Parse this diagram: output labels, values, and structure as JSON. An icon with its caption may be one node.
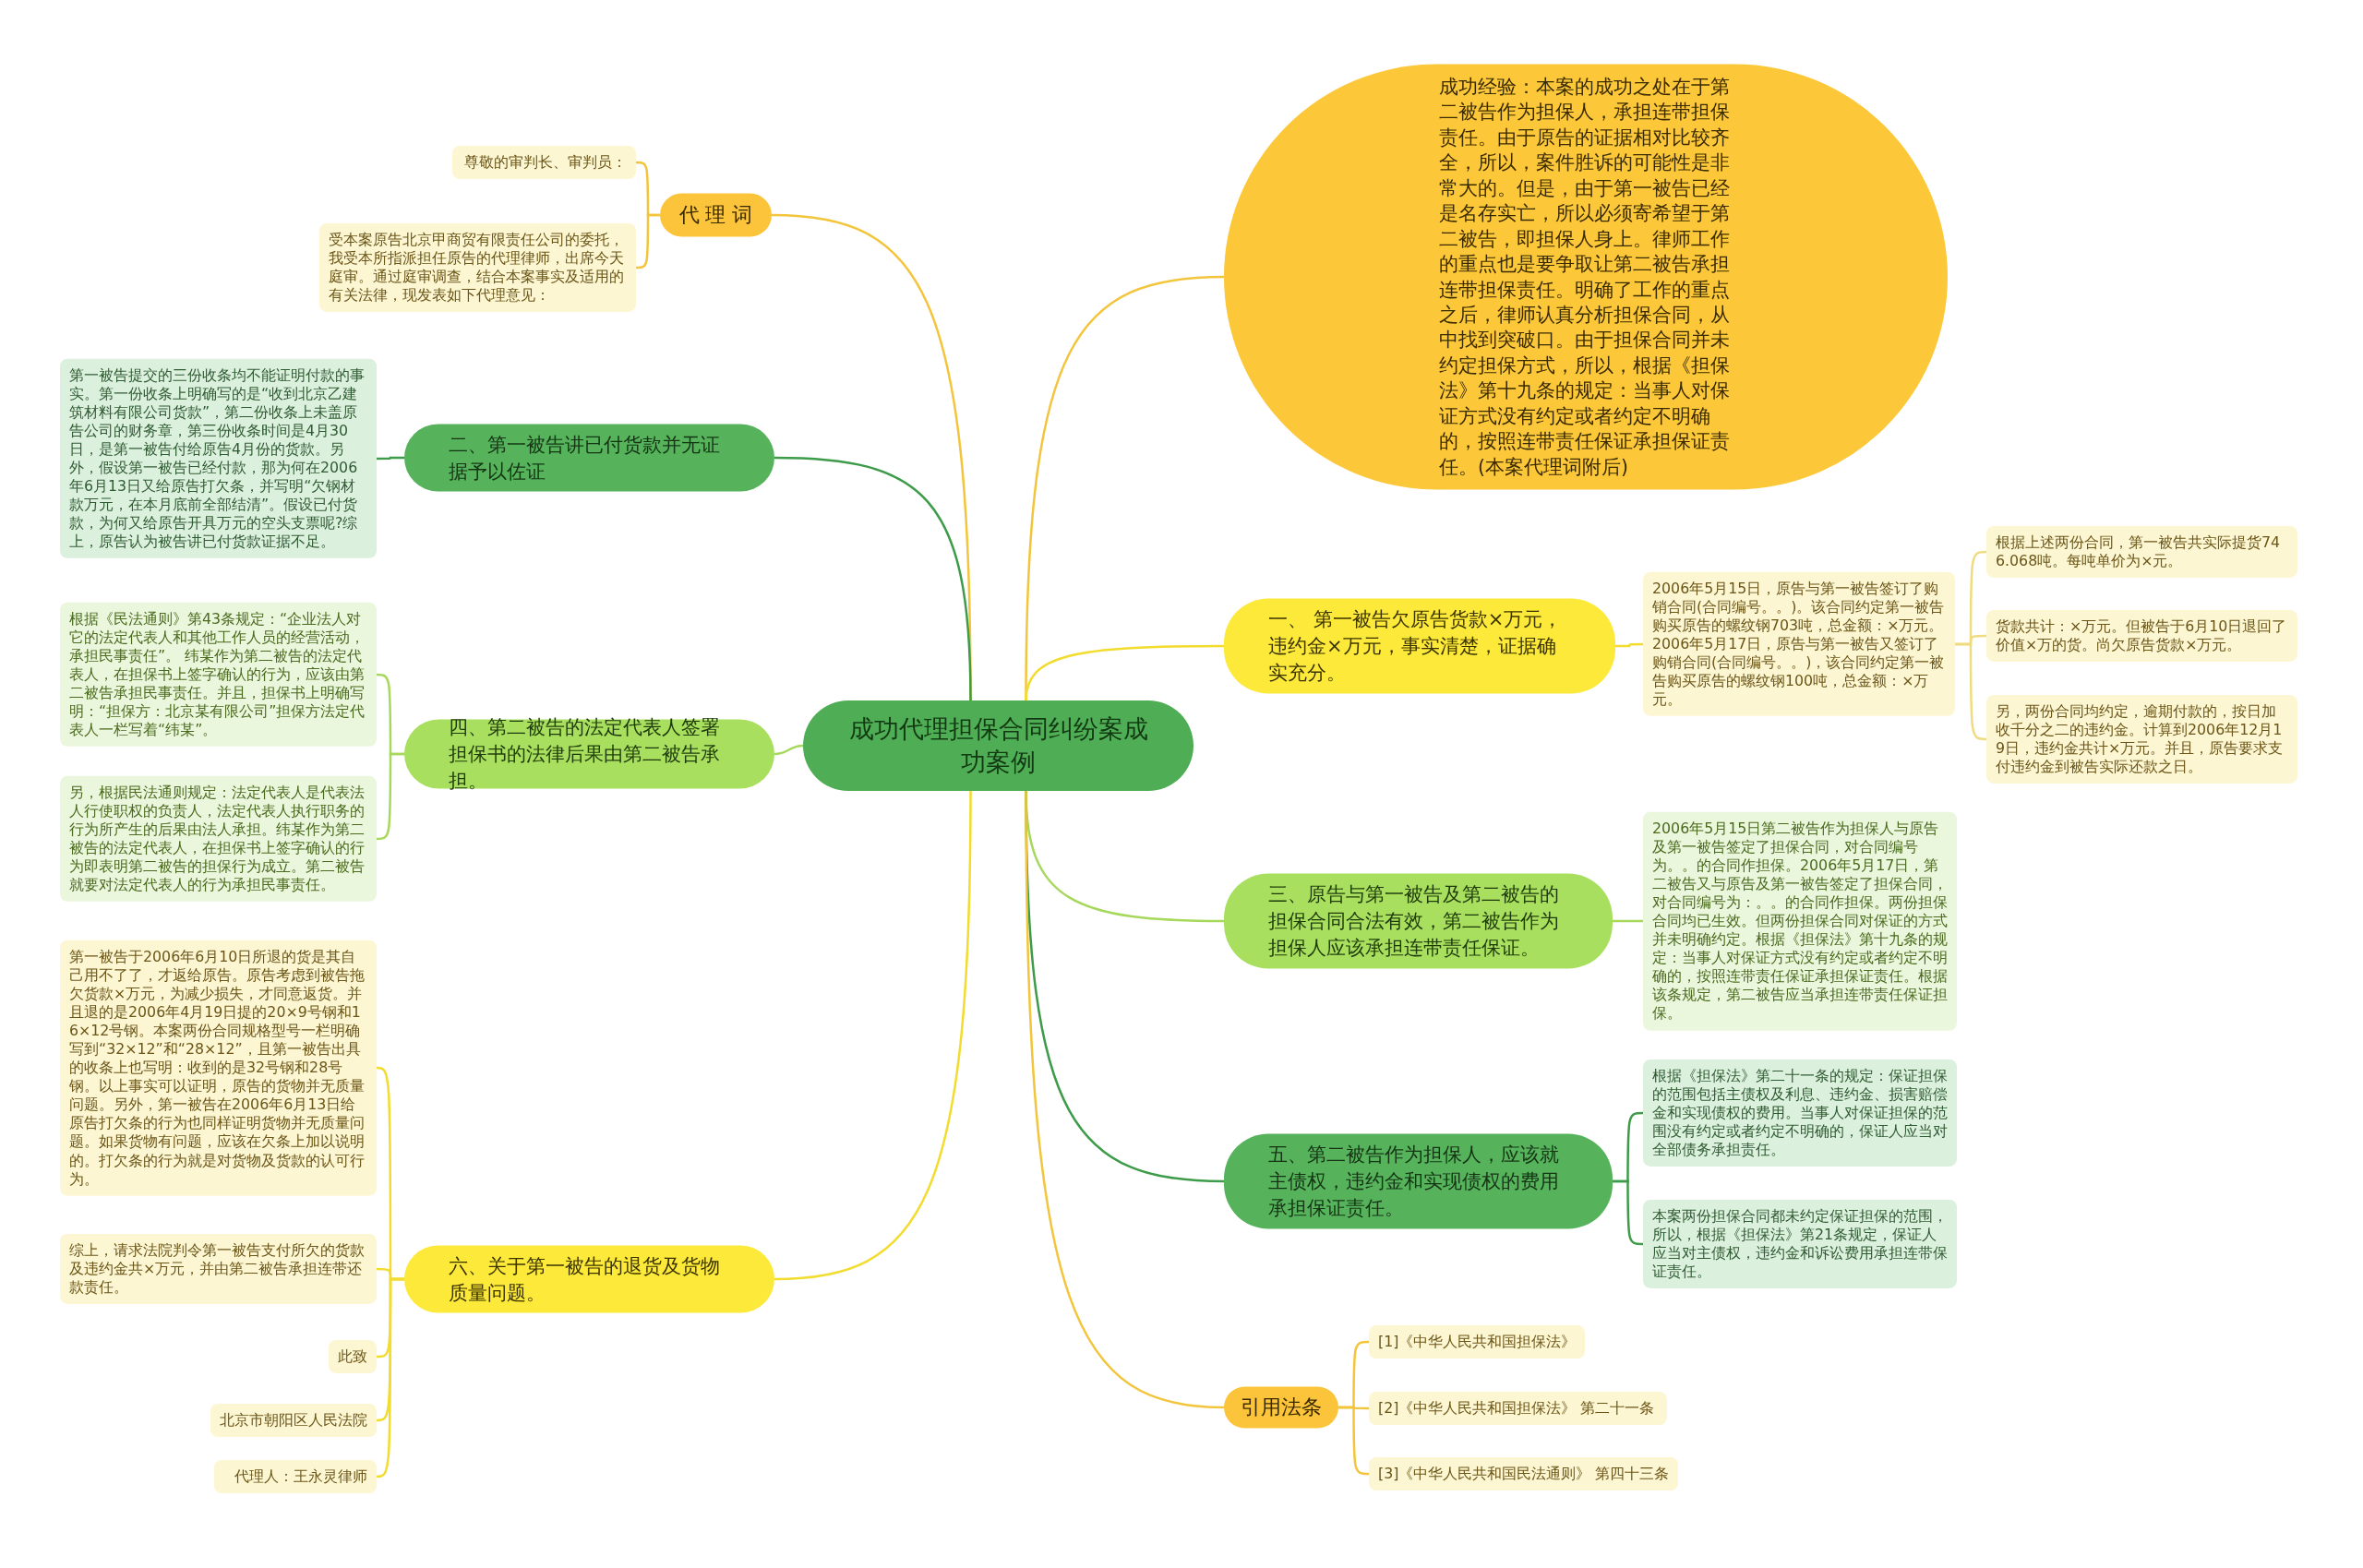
{
  "diagram": {
    "nodes": [
      {
        "text": [
          "成功代理担保合同纠纷案成功案例"
        ]
      },
      {
        "text": [
          "成功经验：本案的成功之处在于第二被告作为担保人，承担连带担保责任。由于原告的证据相对比较齐全，所以，案件胜诉的可能性是非常大的。但是，由于第一被告已经是名存实亡，所以必须寄希望于第二被告，即担保人身上。律师工作的重点也是要争取让第二被告承担连带担保责任。明确了工作的重点之后，律师认真分析担保合同，从中找到突破口。由于担保合同并未约定担保方式，所以，根据《担保法》第十九条的规定：当事人对保证方式没有约定或者约定不明确的，按照连带责任保证承担保证责任。(本案代理词附后)"
        ]
      },
      {
        "text": [
          "一、 第一被告欠原告货款×万元，违约金×万元，事实清楚，证据确实充分。"
        ]
      },
      {
        "text": [
          "2006年5月15日，原告与第一被告签订了购销合同(合同编号。。)。该合同约定第一被告购买原告的螺纹钢703吨，总金额：×万元。2006年5月17日，原告与第一被告又签订了购销合同(合同编号。。)，该合同约定第一被告购买原告的螺纹钢100吨，总金额：×万元。"
        ]
      },
      {
        "text": [
          "根据上述两份合同，第一被告共实际提货746.068吨。每吨单价为×元。"
        ]
      },
      {
        "text": [
          "货款共计：×万元。但被告于6月10日退回了价值×万的货。尚欠原告货款×万元。"
        ]
      },
      {
        "text": [
          "另，两份合同均约定，逾期付款的，按日加收千分之二的违约金。计算到2006年12月19日，违约金共计×万元。并且，原告要求支付违约金到被告实际还款之日。"
        ]
      },
      {
        "text": [
          "三、原告与第一被告及第二被告的担保合同合法有效，第二被告作为担保人应该承担连带责任保证。"
        ]
      },
      {
        "text": [
          "2006年5月15日第二被告作为担保人与原告及第一被告签定了担保合同，对合同编号为。。的合同作担保。2006年5月17日，第二被告又与原告及第一被告签定了担保合同，对合同编号为：。。的合同作担保。两份担保合同均已生效。但两份担保合同对保证的方式并未明确约定。根据《担保法》第十九条的规定：当事人对保证方式没有约定或者约定不明确的，按照连带责任保证承担保证责任。根据该条规定，第二被告应当承担连带责任保证担保。"
        ]
      },
      {
        "text": [
          "五、第二被告作为担保人，应该就主债权，违约金和实现债权的费用承担保证责任。"
        ]
      },
      {
        "text": [
          "根据《担保法》第二十一条的规定：保证担保的范围包括主债权及利息、违约金、损害赔偿金和实现债权的费用。当事人对保证担保的范围没有约定或者约定不明确的，保证人应当对全部债务承担责任。"
        ]
      },
      {
        "text": [
          "本案两份担保合同都未约定保证担保的范围，所以，根据《担保法》第21条规定，保证人应当对主债权，违约金和诉讼费用承担连带保证责任。"
        ]
      },
      {
        "text": [
          "引用法条"
        ]
      },
      {
        "text": [
          "[1]《中华人民共和国担保法》"
        ]
      },
      {
        "text": [
          "[2]《中华人民共和国担保法》 第二十一条"
        ]
      },
      {
        "text": [
          "[3]《中华人民共和国民法通则》 第四十三条"
        ]
      },
      {
        "text": [
          "代 理 词"
        ]
      },
      {
        "text": [
          "尊敬的审判长、审判员："
        ]
      },
      {
        "text": [
          "受本案原告北京甲商贸有限责任公司的委托，我受本所指派担任原告的代理律师，出席今天庭审。通过庭审调查，结合本案事实及适用的有关法律，现发表如下代理意见："
        ]
      },
      {
        "text": [
          "二、第一被告讲已付货款并无证据予以佐证"
        ]
      },
      {
        "text": [
          "第一被告提交的三份收条均不能证明付款的事实。第一份收条上明确写的是“收到北京乙建筑材料有限公司货款”，第二份收条上未盖原告公司的财务章，第三份收条时间是4月30日，是第一被告付给原告4月份的货款。另外，假设第一被告已经付款，那为何在2006年6月13日又给原告打欠条，并写明“欠钢材款万元，在本月底前全部结清”。假设已付货款，为何又给原告开具万元的空头支票呢?综上，原告认为被告讲已付货款证据不足。"
        ]
      },
      {
        "text": [
          "四、第二被告的法定代表人签署担保书的法律后果由第二被告承担。"
        ]
      },
      {
        "text": [
          "根据《民法通则》第43条规定：“企业法人对它的法定代表人和其他工作人员的经营活动，承担民事责任”。 纬某作为第二被告的法定代表人，在担保书上签字确认的行为，应该由第二被告承担民事责任。并且，担保书上明确写明：“担保方：北京某有限公司”担保方法定代表人一栏写着“纬某”。"
        ]
      },
      {
        "text": [
          "另，根据民法通则规定：法定代表人是代表法人行使职权的负责人，法定代表人执行职务的行为所产生的后果由法人承担。纬某作为第二被告的法定代表人，在担保书上签字确认的行为即表明第二被告的担保行为成立。第二被告就要对法定代表人的行为承担民事责任。"
        ]
      },
      {
        "text": [
          "六、关于第一被告的退货及货物质量问题。"
        ]
      },
      {
        "text": [
          "第一被告于2006年6月10日所退的货是其自己用不了了，才返给原告。原告考虑到被告拖欠货款×万元，为减少损失，才同意返货。并且退的是2006年4月19日提的20×9号钢和16×12号钢。本案两份合同规格型号一栏明确写到“32×12”和“28×12”，且第一被告出具的收条上也写明：收到的是32号钢和28号钢。以上事实可以证明，原告的货物并无质量问题。另外，第一被告在2006年6月13日给原告打欠条的行为也同样证明货物并无质量问题。如果货物有问题，应该在欠条上加以说明的。打欠条的行为就是对货物及货款的认可行为。"
        ]
      },
      {
        "text": [
          "综上，请求法院判令第一被告支付所欠的货款及违约金共×万元，并由第二被告承担连带还款责任。"
        ]
      },
      {
        "text": [
          "此致"
        ]
      },
      {
        "text": [
          "北京市朝阳区人民法院"
        ]
      },
      {
        "text": [
          "代理人：王永灵律师"
        ]
      }
    ],
    "edges": [
      {
        "from": 0,
        "to": 1,
        "arrow": "none",
        "color": "#f3c53d"
      },
      {
        "from": 0,
        "to": 2,
        "arrow": "none",
        "color": "#f2dc2e"
      },
      {
        "from": 2,
        "to": 3,
        "arrow": "none",
        "color": "#f2dc2e"
      },
      {
        "from": 3,
        "to": 4,
        "arrow": "none",
        "color": "#f0dc80"
      },
      {
        "from": 3,
        "to": 5,
        "arrow": "none",
        "color": "#f0dc80"
      },
      {
        "from": 3,
        "to": 6,
        "arrow": "none",
        "color": "#f0dc80"
      },
      {
        "from": 0,
        "to": 7,
        "arrow": "none",
        "color": "#a6d85c"
      },
      {
        "from": 7,
        "to": 8,
        "arrow": "none",
        "color": "#a6d85c"
      },
      {
        "from": 0,
        "to": 9,
        "arrow": "none",
        "color": "#3d9b4a"
      },
      {
        "from": 9,
        "to": 10,
        "arrow": "none",
        "color": "#3d9b4a"
      },
      {
        "from": 9,
        "to": 11,
        "arrow": "none",
        "color": "#3d9b4a"
      },
      {
        "from": 0,
        "to": 12,
        "arrow": "none",
        "color": "#f3c53d"
      },
      {
        "from": 12,
        "to": 13,
        "arrow": "none",
        "color": "#f3c53d"
      },
      {
        "from": 12,
        "to": 14,
        "arrow": "none",
        "color": "#f3c53d"
      },
      {
        "from": 12,
        "to": 15,
        "arrow": "none",
        "color": "#f3c53d"
      },
      {
        "from": 0,
        "to": 16,
        "arrow": "none",
        "color": "#f3c53d"
      },
      {
        "from": 16,
        "to": 17,
        "arrow": "none",
        "color": "#f3c53d"
      },
      {
        "from": 16,
        "to": 18,
        "arrow": "none",
        "color": "#f3c53d"
      },
      {
        "from": 0,
        "to": 19,
        "arrow": "none",
        "color": "#3d9b4a"
      },
      {
        "from": 19,
        "to": 20,
        "arrow": "none",
        "color": "#3d9b4a"
      },
      {
        "from": 0,
        "to": 21,
        "arrow": "none",
        "color": "#a6d85c"
      },
      {
        "from": 21,
        "to": 22,
        "arrow": "none",
        "color": "#a6d85c"
      },
      {
        "from": 21,
        "to": 23,
        "arrow": "none",
        "color": "#a6d85c"
      },
      {
        "from": 0,
        "to": 24,
        "arrow": "none",
        "color": "#f2dc2e"
      },
      {
        "from": 24,
        "to": 25,
        "arrow": "none",
        "color": "#f2dc2e"
      },
      {
        "from": 24,
        "to": 26,
        "arrow": "none",
        "color": "#f2dc2e"
      },
      {
        "from": 24,
        "to": 27,
        "arrow": "none",
        "color": "#f2dc2e"
      },
      {
        "from": 24,
        "to": 28,
        "arrow": "none",
        "color": "#f2dc2e"
      },
      {
        "from": 24,
        "to": 29,
        "arrow": "none",
        "color": "#f2dc2e"
      }
    ]
  }
}
